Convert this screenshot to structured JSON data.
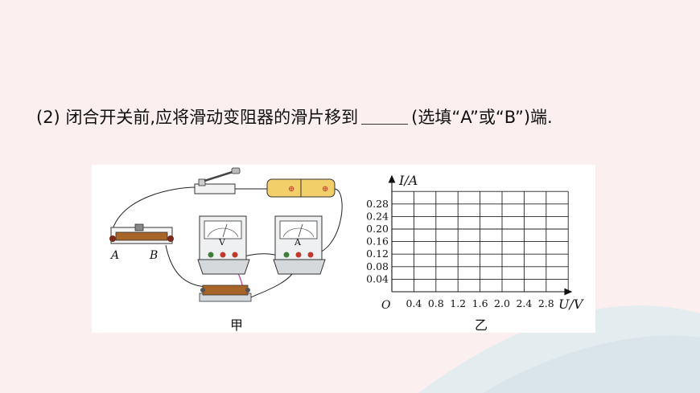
{
  "question": {
    "number": "(2)",
    "text_before": "闭合开关前,应将滑动变阻器的滑片移到",
    "text_after": "(选填“A”或“B”)端."
  },
  "circuit": {
    "caption": "甲",
    "rheostat_left_label": "A",
    "rheostat_right_label": "B",
    "voltmeter_label": "V",
    "ammeter_label": "A",
    "battery_sign": "⊕"
  },
  "graph": {
    "caption": "乙",
    "y_axis_label": "I/A",
    "x_axis_label": "U/V",
    "origin_label": "O",
    "y_ticks": [
      "0.04",
      "0.08",
      "0.12",
      "0.16",
      "0.20",
      "0.24",
      "0.28"
    ],
    "x_ticks": [
      "0.4",
      "0.8",
      "1.2",
      "1.6",
      "2.0",
      "2.4",
      "2.8"
    ]
  },
  "colors": {
    "background": "#fbeff0",
    "wave": "#e3ecef",
    "panel": "#ffffff",
    "grid": "#222222",
    "wire": "#222222",
    "battery": "#f3cf6a",
    "resistor": "#a7652a",
    "meter_base": "#d5d9dc",
    "terminal_red": "#c0392b",
    "terminal_green": "#3f7f3a",
    "pink_wire": "#c03a9a"
  }
}
